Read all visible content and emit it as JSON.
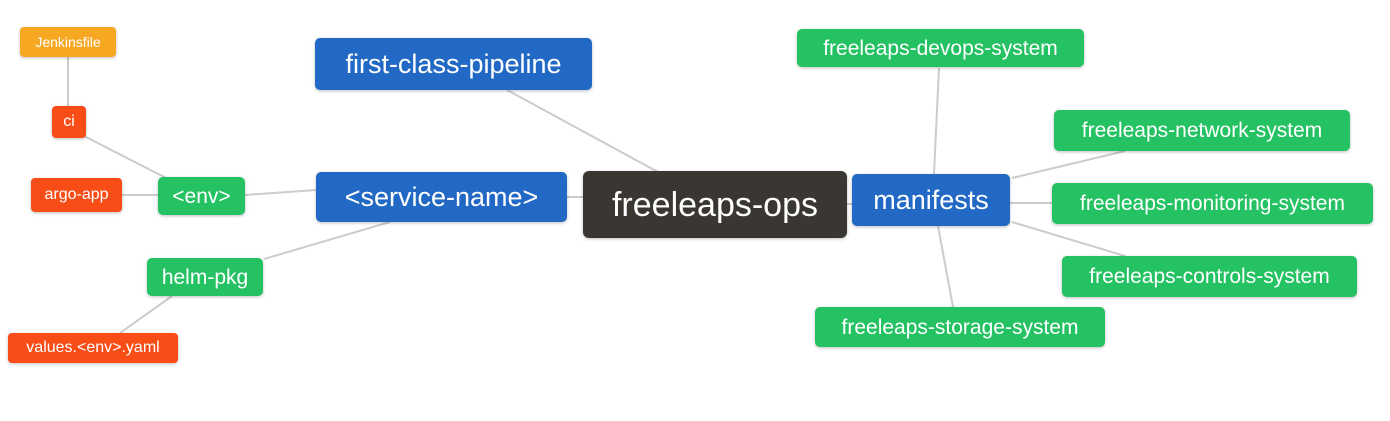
{
  "canvas": {
    "background": "#ffffff",
    "edge_color": "#cccccc"
  },
  "palette": {
    "root_dark": "#3a3733",
    "branch_blue": "#2269c5",
    "leaf_green": "#25c263",
    "accent_red": "#f94d18",
    "accent_orange": "#f7a823"
  },
  "nodes": {
    "ops": {
      "label": "freeleaps-ops",
      "color": "#3a3733"
    },
    "pipeline": {
      "label": "first-class-pipeline",
      "color": "#2269c5"
    },
    "service_name": {
      "label": "<service-name>",
      "color": "#2269c5"
    },
    "manifests": {
      "label": "manifests",
      "color": "#2269c5"
    },
    "env": {
      "label": "<env>",
      "color": "#25c263"
    },
    "helm_pkg": {
      "label": "helm-pkg",
      "color": "#25c263"
    },
    "devops": {
      "label": "freeleaps-devops-system",
      "color": "#25c263"
    },
    "network": {
      "label": "freeleaps-network-system",
      "color": "#25c263"
    },
    "monitoring": {
      "label": "freeleaps-monitoring-system",
      "color": "#25c263"
    },
    "controls": {
      "label": "freeleaps-controls-system",
      "color": "#25c263"
    },
    "storage": {
      "label": "freeleaps-storage-system",
      "color": "#25c263"
    },
    "ci": {
      "label": "ci",
      "color": "#f94d18"
    },
    "argo_app": {
      "label": "argo-app",
      "color": "#f94d18"
    },
    "values_yaml": {
      "label": "values.<env>.yaml",
      "color": "#f94d18"
    },
    "jenkinsfile": {
      "label": "Jenkinsfile",
      "color": "#f7a823"
    }
  },
  "edges": [
    {
      "from": "jenkinsfile",
      "to": "ci"
    },
    {
      "from": "ci",
      "to": "env"
    },
    {
      "from": "argo_app",
      "to": "env"
    },
    {
      "from": "env",
      "to": "service_name"
    },
    {
      "from": "helm_pkg",
      "to": "service_name"
    },
    {
      "from": "values_yaml",
      "to": "helm_pkg"
    },
    {
      "from": "pipeline",
      "to": "ops"
    },
    {
      "from": "service_name",
      "to": "ops"
    },
    {
      "from": "ops",
      "to": "manifests"
    },
    {
      "from": "manifests",
      "to": "devops"
    },
    {
      "from": "manifests",
      "to": "network"
    },
    {
      "from": "manifests",
      "to": "monitoring"
    },
    {
      "from": "manifests",
      "to": "controls"
    },
    {
      "from": "manifests",
      "to": "storage"
    }
  ]
}
